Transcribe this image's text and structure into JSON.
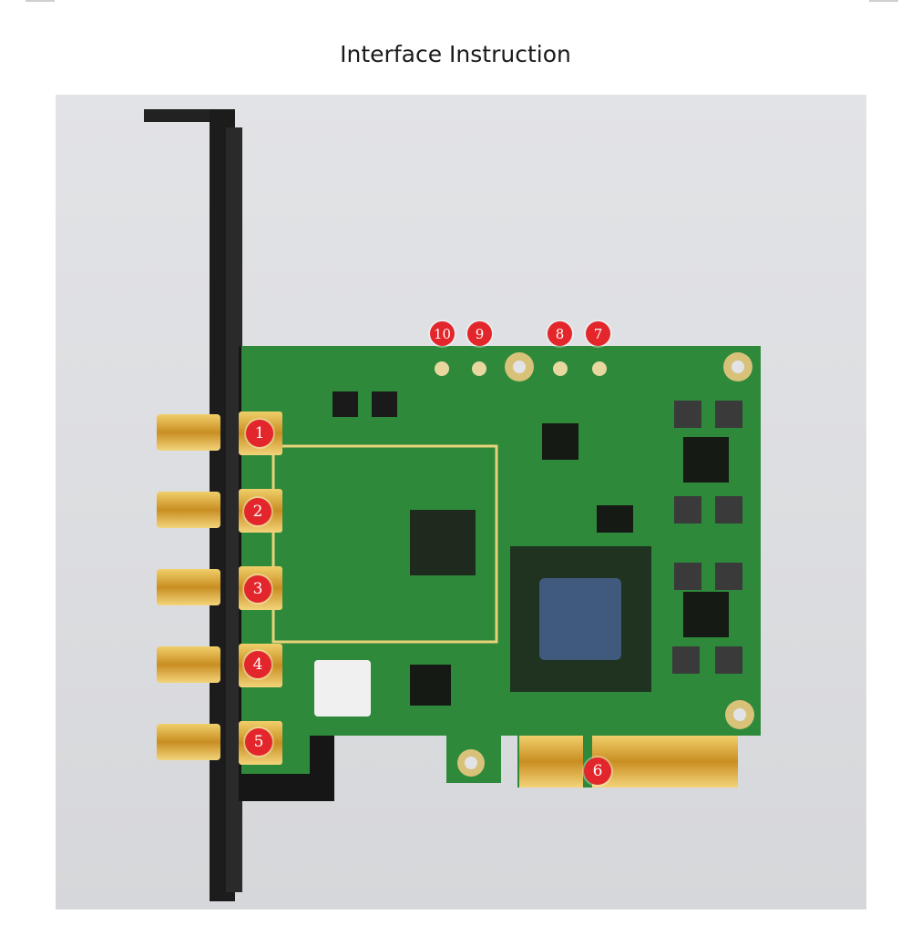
{
  "page": {
    "title": "Interface Instruction"
  },
  "callouts": [
    {
      "id": "1",
      "label": "1"
    },
    {
      "id": "2",
      "label": "2"
    },
    {
      "id": "3",
      "label": "3"
    },
    {
      "id": "4",
      "label": "4"
    },
    {
      "id": "5",
      "label": "5"
    },
    {
      "id": "6",
      "label": "6"
    },
    {
      "id": "7",
      "label": "7"
    },
    {
      "id": "8",
      "label": "8"
    },
    {
      "id": "9",
      "label": "9"
    },
    {
      "id": "10",
      "label": "10"
    }
  ],
  "colors": {
    "pcb_green": "#2e8a3a",
    "marker_red": "#e3262b",
    "gold": "#d8a73a"
  }
}
